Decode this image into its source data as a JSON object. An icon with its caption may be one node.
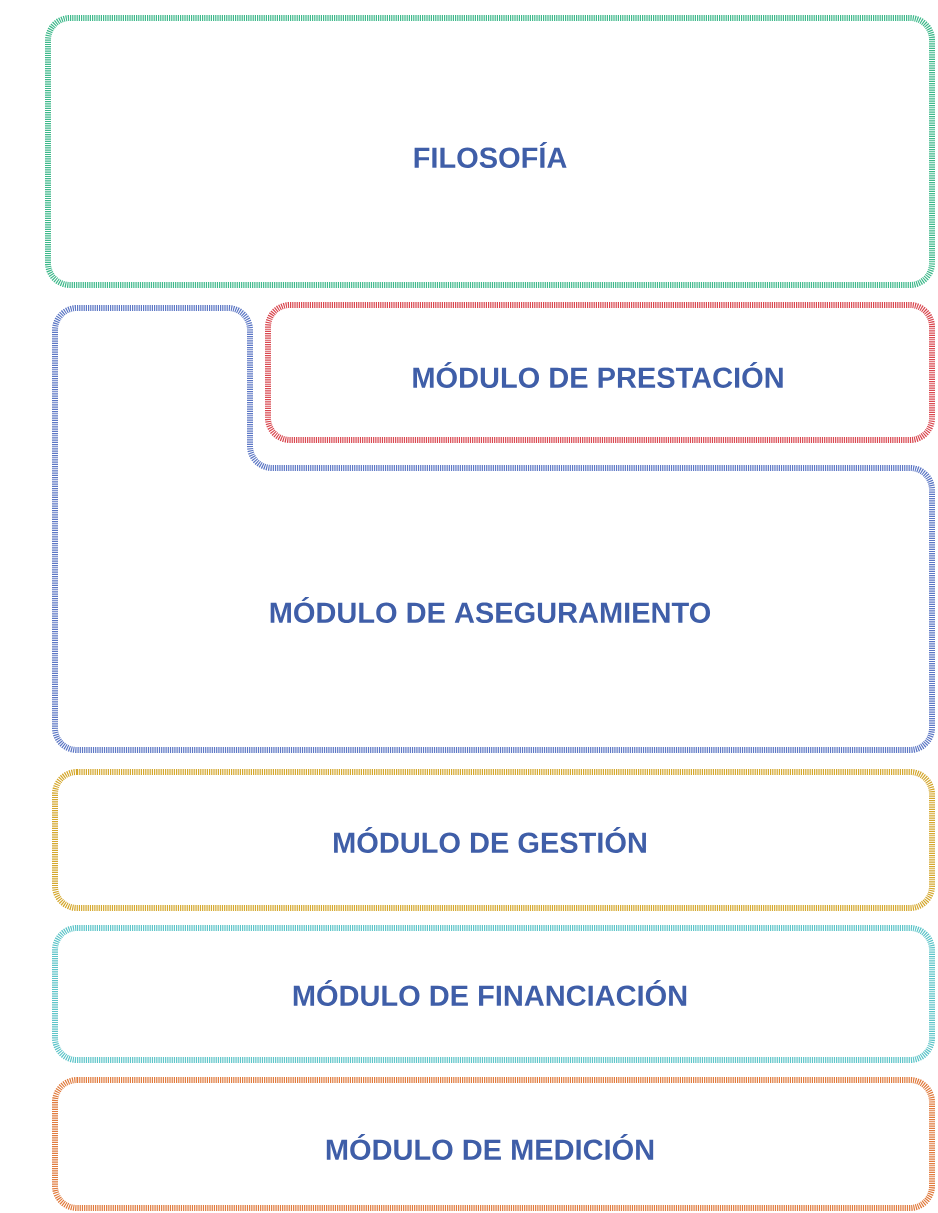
{
  "diagram": {
    "nodes": [
      {
        "text": [
          "FILOSOFÍA"
        ]
      },
      {
        "text": [
          "MÓDULO DE PRESTACIÓN"
        ]
      },
      {
        "text": [
          "MÓDULO DE ASEGURAMIENTO"
        ]
      },
      {
        "text": [
          "MÓDULO DE GESTIÓN"
        ]
      },
      {
        "text": [
          "MÓDULO DE FINANCIACIÓN"
        ]
      },
      {
        "text": [
          "MÓDULO DE MEDICIÓN"
        ]
      }
    ]
  }
}
